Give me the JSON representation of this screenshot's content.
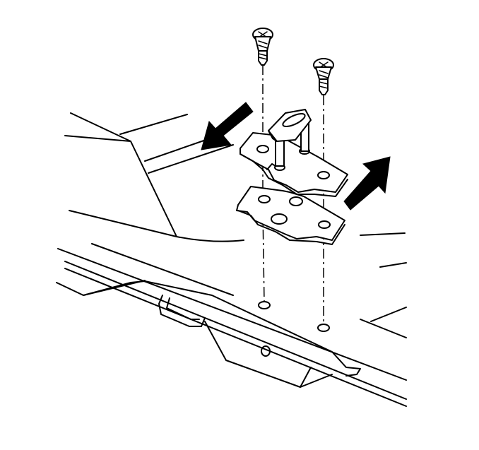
{
  "figure": {
    "background_color": "#ffffff",
    "line_color": "#000000",
    "parts": [
      {
        "name": "screw",
        "icon": "phillips-screw-icon",
        "count": 2
      },
      {
        "name": "hinge-bracket-assembly",
        "icon": "bracket-icon"
      },
      {
        "name": "mounting-plate",
        "icon": "plate-icon"
      },
      {
        "name": "mounting-holes",
        "icon": "hole-icon",
        "count": 2
      },
      {
        "name": "direction-arrows",
        "icon": "arrow-icon",
        "count": 2
      },
      {
        "name": "body-panel",
        "icon": "panel-icon"
      }
    ]
  }
}
